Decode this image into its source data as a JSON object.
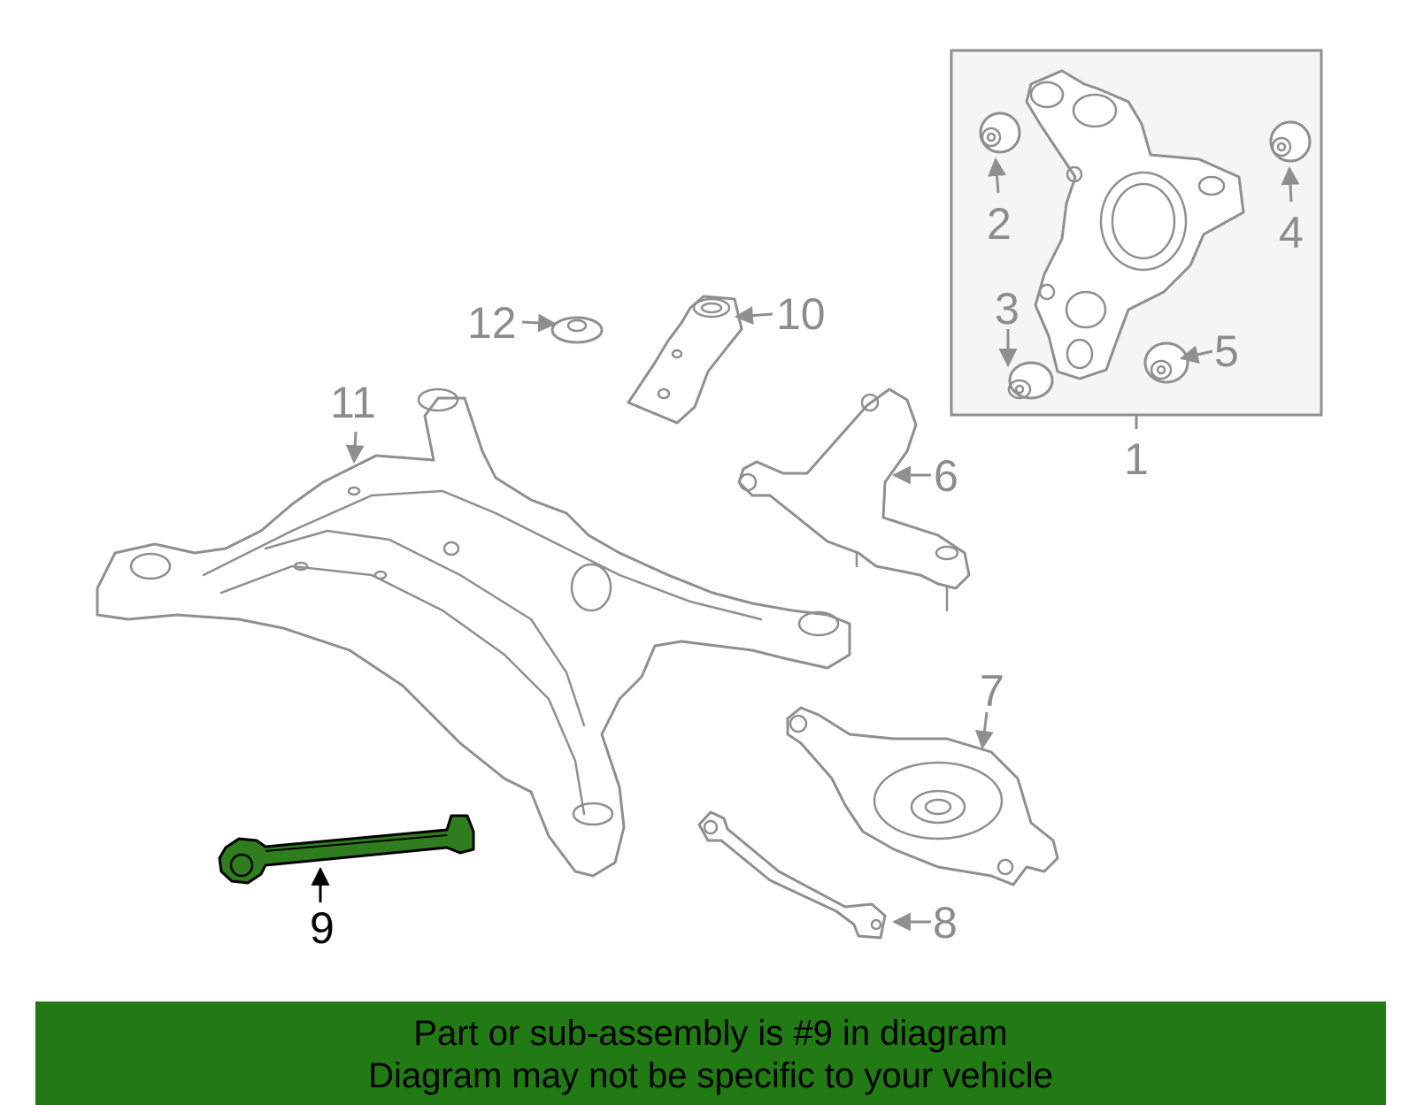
{
  "callouts": {
    "c1": "1",
    "c2": "2",
    "c3": "3",
    "c4": "4",
    "c5": "5",
    "c6": "6",
    "c7": "7",
    "c8": "8",
    "c9": "9",
    "c10": "10",
    "c11": "11",
    "c12": "12"
  },
  "highlighted_part": "9",
  "colors": {
    "highlight_fill": "#2f7d1e",
    "banner": "#217a13",
    "line_art": "#8f8f8f"
  },
  "banner": {
    "line1": "Part or sub-assembly is #9 in diagram",
    "line2": "Diagram may not be specific to your vehicle"
  }
}
